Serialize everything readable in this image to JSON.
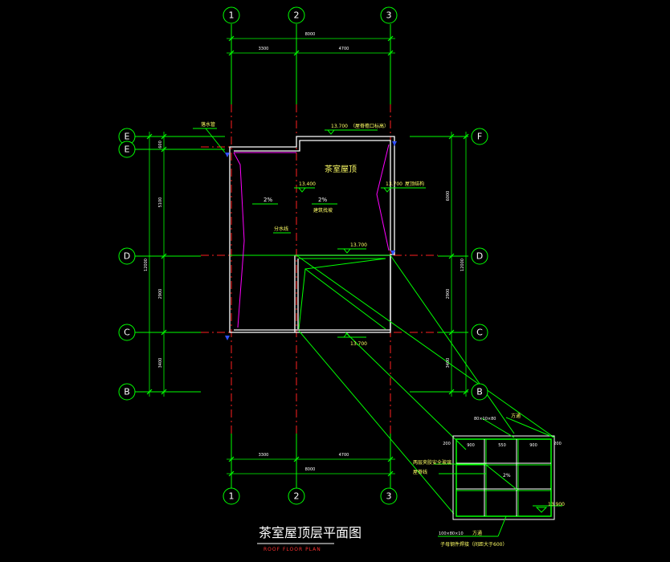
{
  "title": "茶室屋顶层平面图",
  "subtitle": "ROOF FLOOR PLAN",
  "grid_x": [
    "1",
    "2",
    "3"
  ],
  "grid_y": [
    "E",
    "E",
    "D",
    "C",
    "B"
  ],
  "grid_y_right": [
    "F",
    "D",
    "C",
    "B"
  ],
  "dims": {
    "top_total": "8000",
    "top_a": "3300",
    "top_b": "4700",
    "left_a": "600",
    "left_b": "5100",
    "left_total": "12000",
    "left_c": "2900",
    "left_d": "3400",
    "right_a": "6000",
    "right_total": "12000",
    "right_b": "2900",
    "right_c": "3400"
  },
  "labels": {
    "roof_name": "茶室屋顶",
    "downpipe": "落水管",
    "elev_top": "13.700",
    "elev_top_note": "（屋脊檐口标高）",
    "elev_left": "13.400",
    "elev_right": "13.700",
    "right_note": "屋顶结构",
    "slope_a": "2%",
    "slope_b": "2%",
    "slope_note": "建筑找坡",
    "divide": "分水线",
    "elev_mid": "13.700",
    "elev_bottom": "13.700"
  },
  "detail": {
    "top_size": "80×10×80",
    "top_note": "方通",
    "col_a": "900",
    "col_b": "550",
    "col_c": "900",
    "side": "200",
    "left_note1": "两层夹胶安全玻璃",
    "left_note2": "屋脊线",
    "center": "2%",
    "elev": "13.900",
    "bottom_size": "100×80×10",
    "bottom_note": "方通",
    "bottom_note2": "子母钢件焊接（间距大于600）"
  }
}
